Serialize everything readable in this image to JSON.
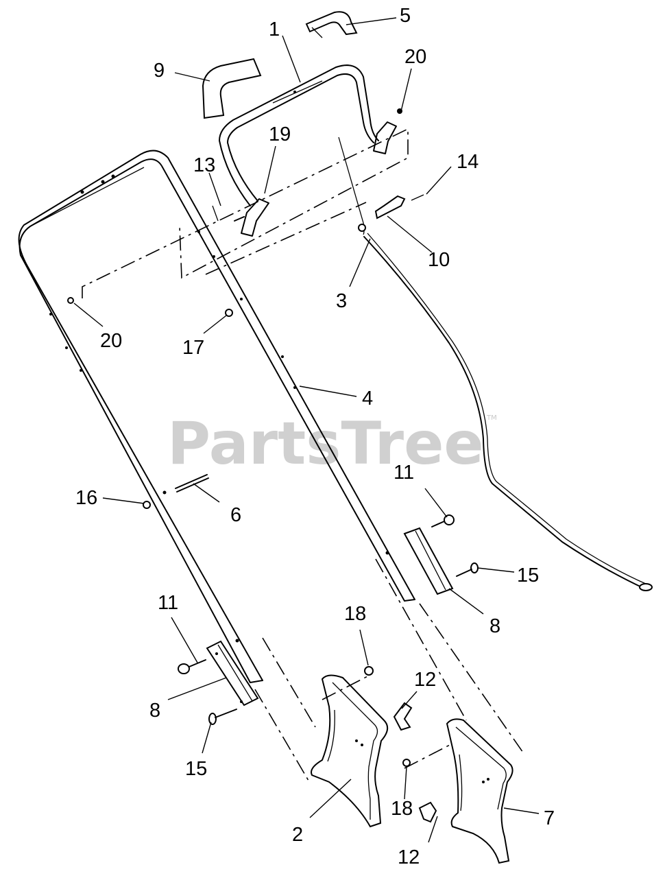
{
  "watermark": {
    "text": "PartsTree",
    "mark": "TM"
  },
  "callouts": [
    {
      "id": "1",
      "label": "1"
    },
    {
      "id": "5",
      "label": "5"
    },
    {
      "id": "9",
      "label": "9"
    },
    {
      "id": "20a",
      "label": "20"
    },
    {
      "id": "19",
      "label": "19"
    },
    {
      "id": "13",
      "label": "13"
    },
    {
      "id": "14",
      "label": "14"
    },
    {
      "id": "10",
      "label": "10"
    },
    {
      "id": "3",
      "label": "3"
    },
    {
      "id": "20b",
      "label": "20"
    },
    {
      "id": "17",
      "label": "17"
    },
    {
      "id": "4",
      "label": "4"
    },
    {
      "id": "11a",
      "label": "11"
    },
    {
      "id": "16",
      "label": "16"
    },
    {
      "id": "6",
      "label": "6"
    },
    {
      "id": "15a",
      "label": "15"
    },
    {
      "id": "8a",
      "label": "8"
    },
    {
      "id": "18a",
      "label": "18"
    },
    {
      "id": "11b",
      "label": "11"
    },
    {
      "id": "12a",
      "label": "12"
    },
    {
      "id": "8b",
      "label": "8"
    },
    {
      "id": "15b",
      "label": "15"
    },
    {
      "id": "18b",
      "label": "18"
    },
    {
      "id": "7",
      "label": "7"
    },
    {
      "id": "2",
      "label": "2"
    },
    {
      "id": "12b",
      "label": "12"
    }
  ]
}
